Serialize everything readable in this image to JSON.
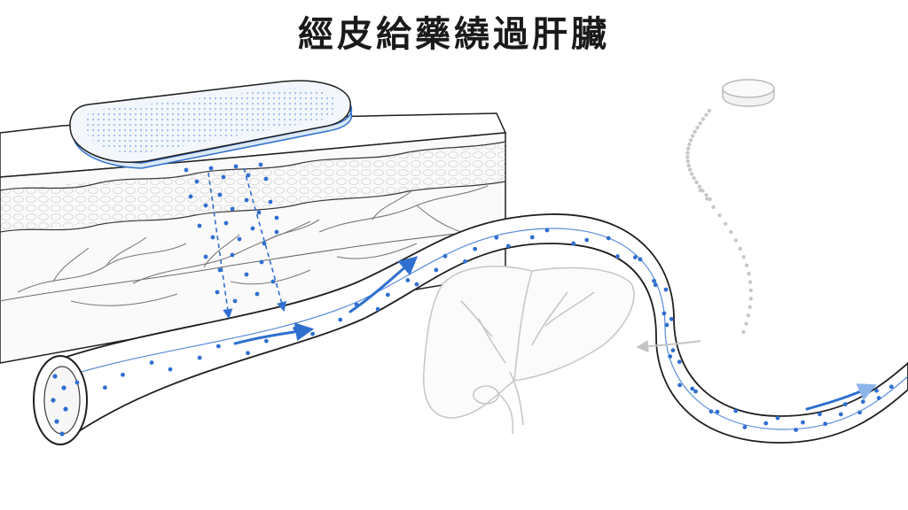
{
  "title": "經皮給藥繞過肝臟",
  "colors": {
    "drug": "#2f6fd0",
    "drug_light": "#8ab4ea",
    "line": "#1f1f1f",
    "faded": "#c8c8c8",
    "patch_fill": "#eef4fb"
  },
  "elements": {
    "patch": "transdermal-patch",
    "skin": "skin-layers-cross-section",
    "vessel": "blood-vessel",
    "liver": "liver-bypassed",
    "pill": "oral-tablet"
  }
}
